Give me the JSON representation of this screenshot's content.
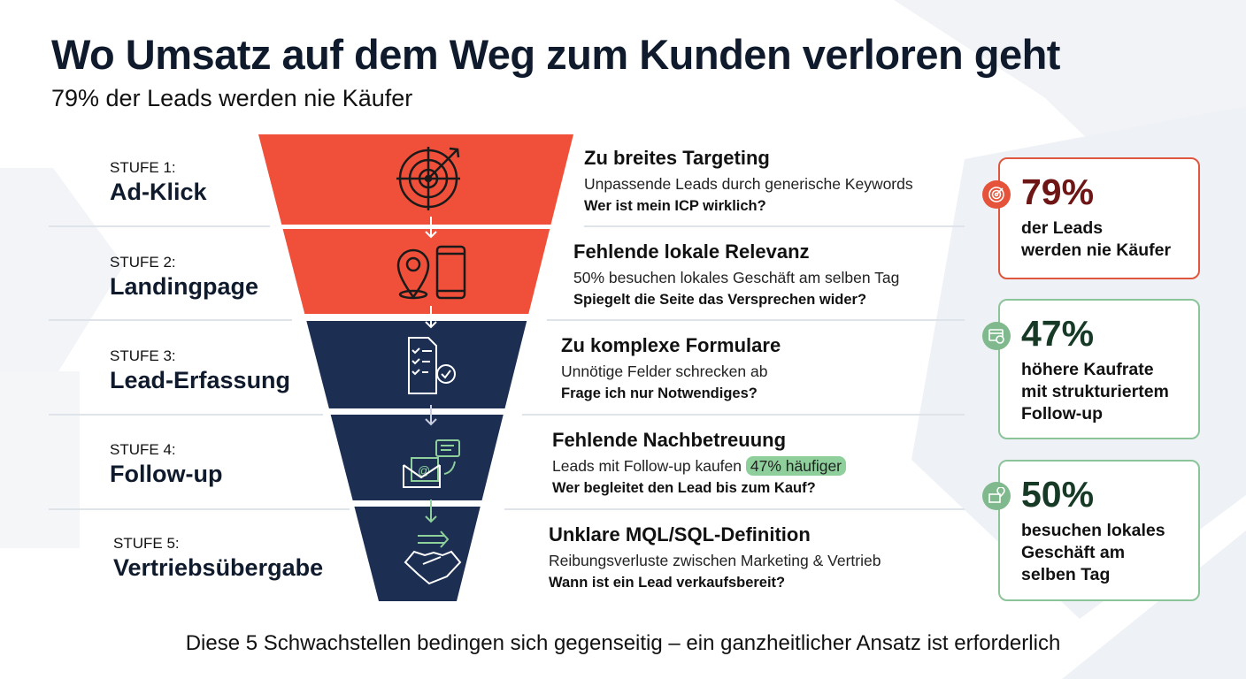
{
  "title": "Wo Umsatz auf dem Weg zum Kunden verloren geht",
  "subtitle": "79% der Leads werden nie Käufer",
  "colors": {
    "orange": "#f0503a",
    "navy": "#1c2f52",
    "green": "#7fb98d",
    "red_border": "#e0573f"
  },
  "stages": [
    {
      "kicker": "STUFE 1:",
      "name": "Ad-Klick",
      "icon": "target-icon",
      "issue_title": "Zu breites Targeting",
      "issue_desc": "Unpassende Leads durch generische Keywords",
      "question": "Wer ist mein ICP wirklich?"
    },
    {
      "kicker": "STUFE 2:",
      "name": "Landingpage",
      "icon": "location-phone-icon",
      "issue_title": "Fehlende lokale Relevanz",
      "issue_desc": "50% besuchen lokales Geschäft am selben Tag",
      "question": "Spiegelt die Seite das Versprechen wider?"
    },
    {
      "kicker": "STUFE 3:",
      "name": "Lead-Erfassung",
      "icon": "form-checklist-icon",
      "issue_title": "Zu komplexe Formulare",
      "issue_desc": "Unnötige Felder schrecken ab",
      "question": "Frage ich nur Notwendiges?"
    },
    {
      "kicker": "STUFE 4:",
      "name": "Follow-up",
      "icon": "email-chat-icon",
      "issue_title": "Fehlende Nachbetreuung",
      "issue_desc": "Leads mit Follow-up kaufen",
      "issue_highlight": "47% häufiger",
      "question": "Wer begleitet den Lead bis zum Kauf?"
    },
    {
      "kicker": "STUFE 5:",
      "name": "Vertriebsübergabe",
      "icon": "handshake-icon",
      "issue_title": "Unklare MQL/SQL-Definition",
      "issue_desc": "Reibungsverluste zwischen Marketing & Vertrieb",
      "question": "Wann ist ein Lead verkaufsbereit?"
    }
  ],
  "stats": [
    {
      "value": "79%",
      "label_lines": [
        "der Leads",
        "werden nie Käufer"
      ],
      "icon": "target-icon"
    },
    {
      "value": "47%",
      "label_lines": [
        "höhere Kaufrate",
        "mit strukturiertem",
        "Follow-up"
      ],
      "icon": "calendar-check-icon"
    },
    {
      "value": "50%",
      "label_lines": [
        "besuchen lokales",
        "Geschäft am",
        "selben Tag"
      ],
      "icon": "map-pin-store-icon"
    }
  ],
  "footer": "Diese 5 Schwachstellen bedingen sich gegenseitig – ein ganzheitlicher Ansatz ist erforderlich"
}
